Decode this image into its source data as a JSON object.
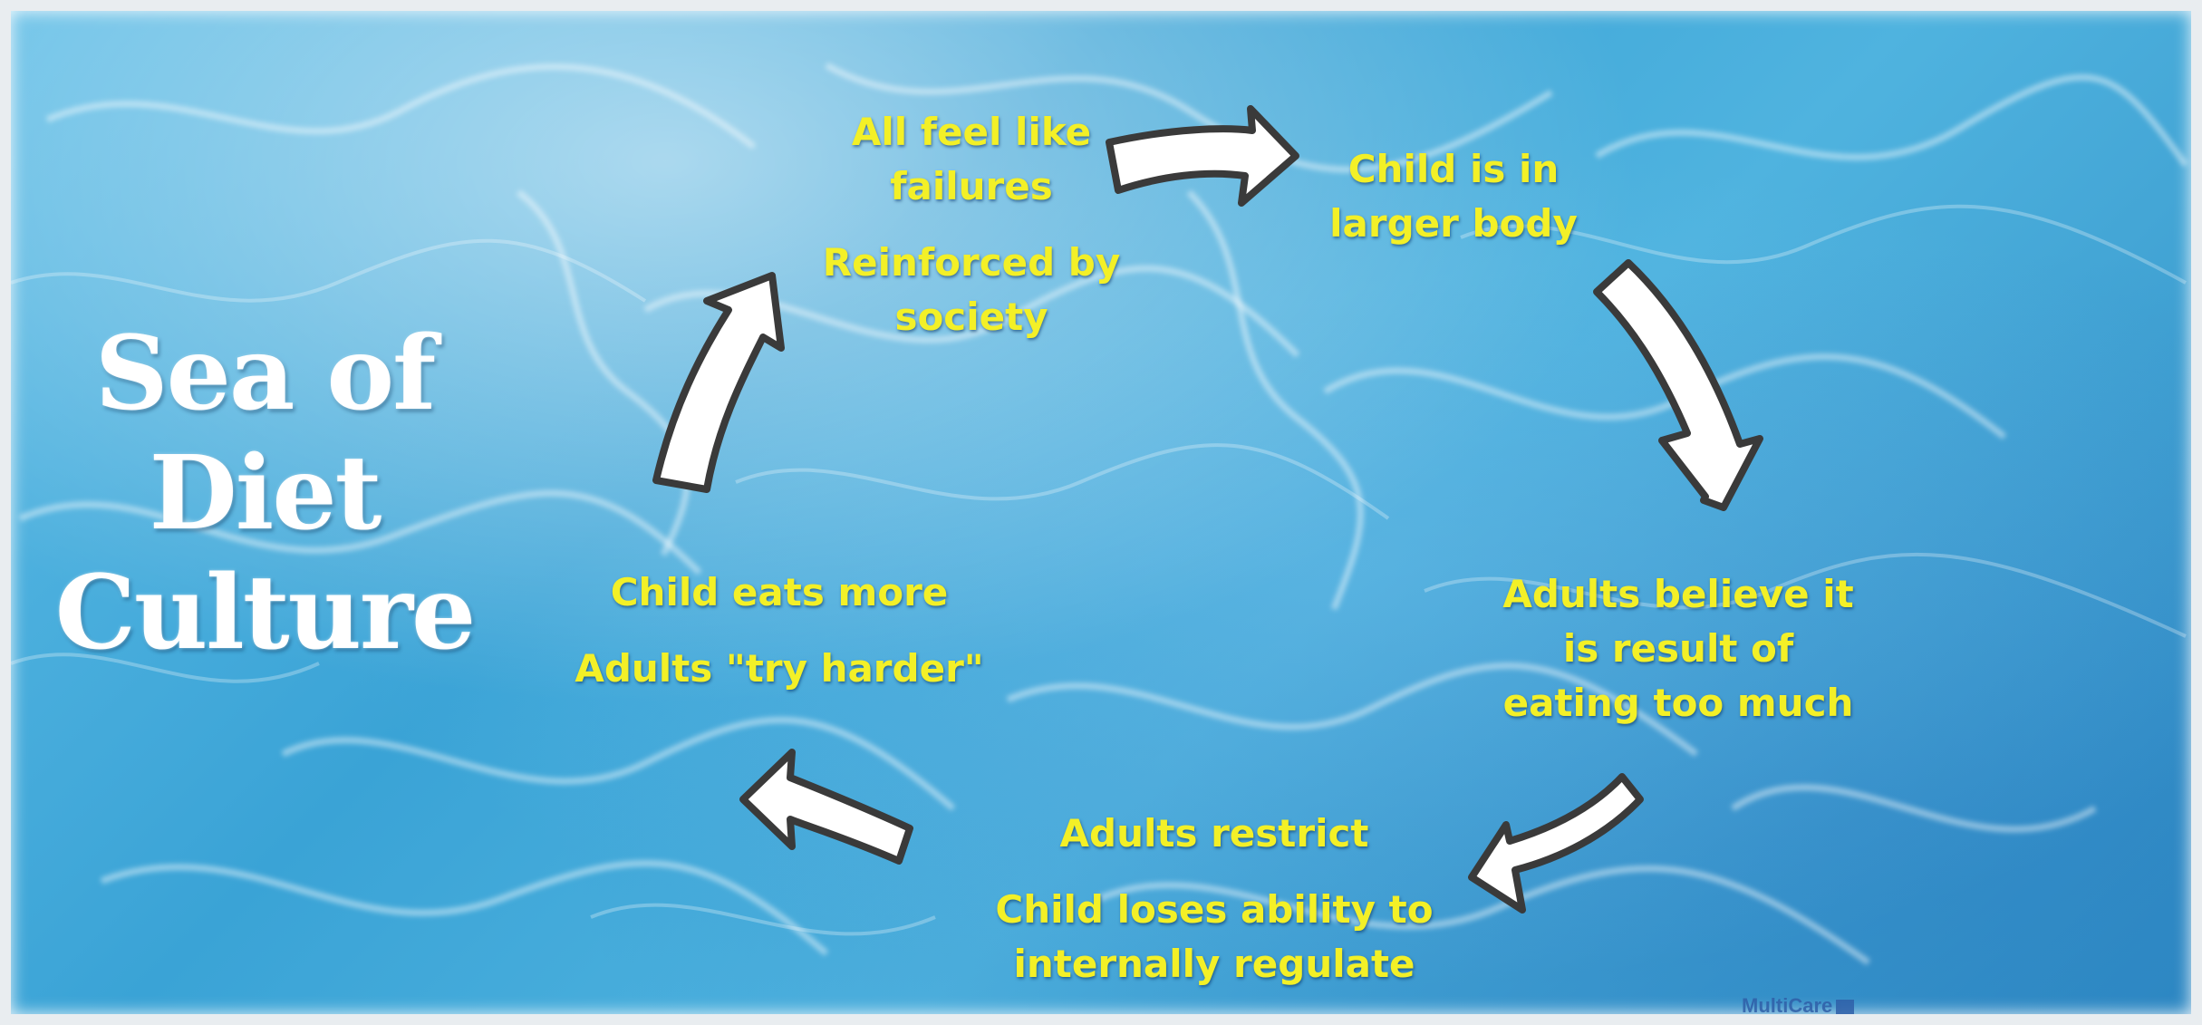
{
  "title": {
    "line1": "Sea of",
    "line2": "Diet",
    "line3": "Culture"
  },
  "cycle": {
    "top_left": {
      "line1": "All feel like failures",
      "line2": "Reinforced by society"
    },
    "top_right": {
      "line1": "Child is in larger body"
    },
    "right": {
      "line1": "Adults believe it is result of eating too much"
    },
    "bottom": {
      "line1": "Adults restrict",
      "line2": "Child loses ability to internally regulate"
    },
    "left": {
      "line1": "Child eats more",
      "line2": "Adults \"try harder\""
    }
  },
  "logo": {
    "text": "MultiCare"
  },
  "colors": {
    "node_text": "#f3f027",
    "title_text": "#ffffff",
    "arrow_fill": "#ffffff",
    "arrow_stroke": "#3a3a3a"
  },
  "icons": [
    "curved-arrow-icon",
    "multicare-logo-icon"
  ]
}
